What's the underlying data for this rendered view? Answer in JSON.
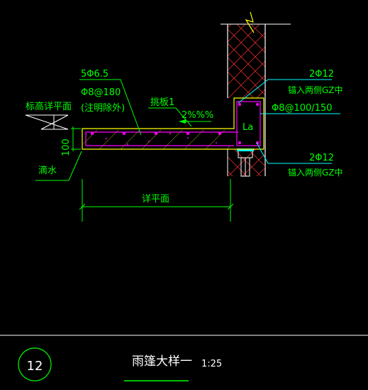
{
  "drawing": {
    "title": "雨篷大样一",
    "scale": "1:25",
    "detail_number": "12"
  },
  "labels": {
    "slab_rebar": "5Φ6.5",
    "slab_dist": "Φ8@180",
    "slab_note": "(注明除外)",
    "slab_name": "挑板1",
    "slope": "2%%%",
    "elevation": "标高详平面",
    "drip": "滴水",
    "thickness": "100",
    "width_dim": "详平面",
    "top_rebar": "2Φ12",
    "top_anchor": "锚入两侧GZ中",
    "stirrup": "Φ8@100/150",
    "anchor_len": "La",
    "bottom_rebar": "2Φ12",
    "bottom_anchor": "锚入两侧GZ中"
  },
  "colors": {
    "background": "#000000",
    "line": "#ffffff",
    "annotation": "#00ff00",
    "leader_cyan": "#00ffff",
    "concrete": "#ffff00",
    "rebar": "#ff00ff",
    "wall_hatch": "#ff3030",
    "break_mark": "#ffff00"
  }
}
